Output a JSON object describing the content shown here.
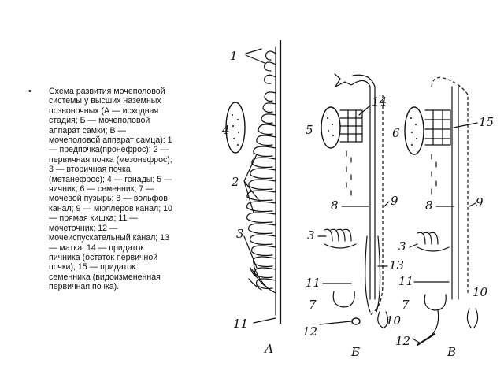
{
  "caption": {
    "bullet": "•",
    "text": "Схема развития мочеполовой системы у высших наземных позвоночных (А — исходная стадия; Б — мочеполовой аппарат самки; В — мочеполовой аппарат самца): 1 — предпочка(пронефрос); 2 — первичная почка (мезонефрос); 3 — вторичная почка (метанефрос); 4 — гонады; 5 — яичник; 6 — семенник; 7 — мочевой пузырь; 8 — вольфов канал; 9 — мюллеров канал; 10 — прямая кишка; 11 — мочеточник; 12 — мочеиспускательный канал; 13 — матка; 14 — придаток яичника (остаток первичной почки); 15 — придаток семенника (видоизмененная первичная почка)."
  },
  "diagram": {
    "stage_labels": {
      "a": "А",
      "b": "Б",
      "v": "В"
    },
    "numbers": {
      "n1": "1",
      "n2": "2",
      "n3": "3",
      "n4": "4",
      "n11a": "11",
      "n5": "5",
      "n14": "14",
      "n8b": "8",
      "n9b": "9",
      "n3b": "3",
      "n13": "13",
      "n11b": "11",
      "n7b": "7",
      "n12b": "12",
      "n10b": "10",
      "n6": "6",
      "n15": "15",
      "n8v": "8",
      "n9v": "9",
      "n3v": "3",
      "n11v": "11",
      "n7v": "7",
      "n10v": "10",
      "n12v": "12"
    }
  }
}
